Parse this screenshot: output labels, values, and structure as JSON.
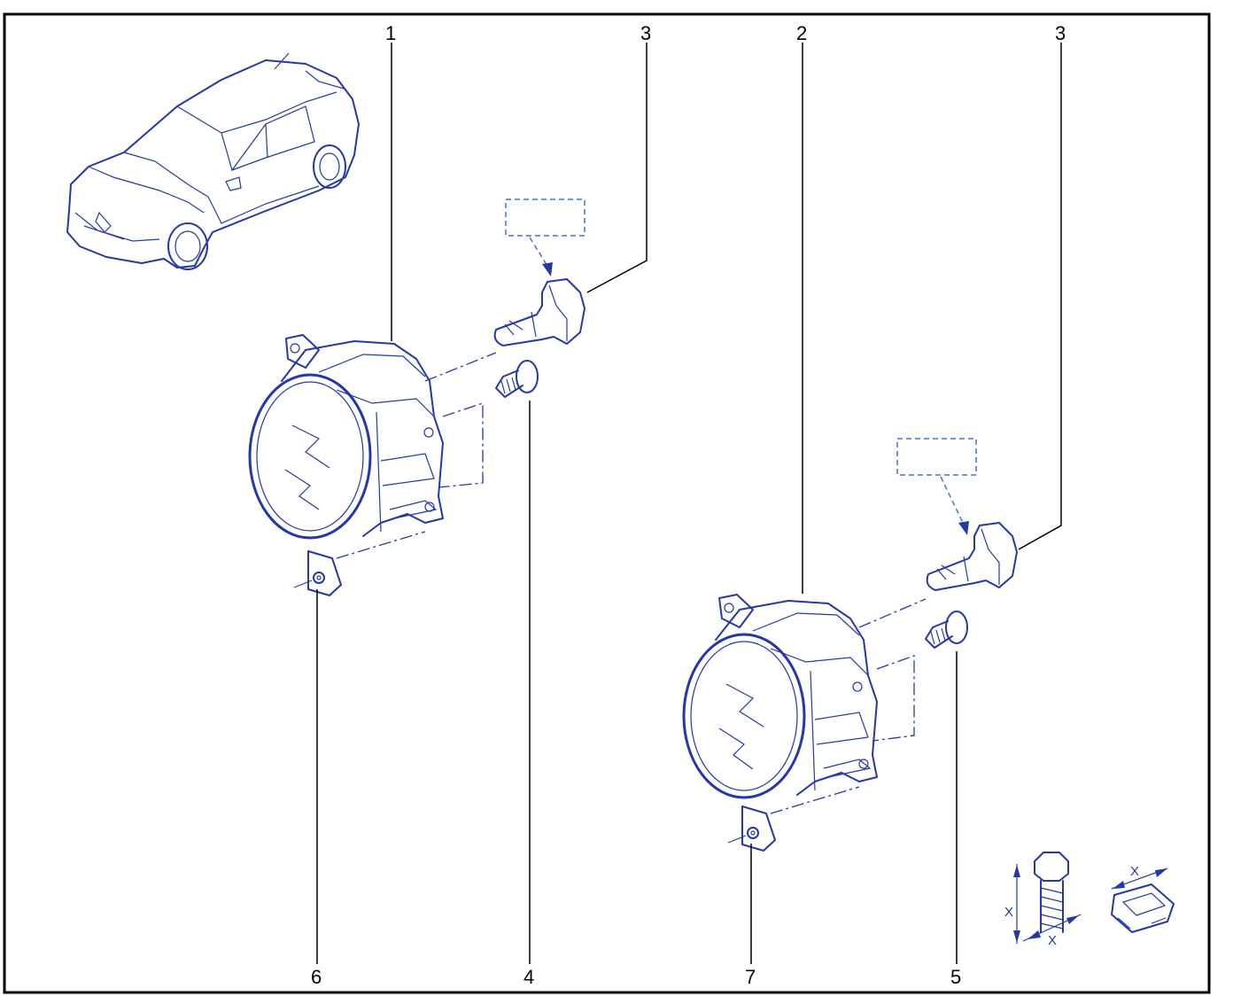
{
  "callouts": {
    "c1": "1",
    "c2": "2",
    "c3a": "3",
    "c3b": "3",
    "c4": "4",
    "c5": "5",
    "c6": "6",
    "c7": "7"
  },
  "detail_labels": {
    "x1": "X",
    "x2": "X",
    "x3": "X"
  },
  "colors": {
    "line": "#2438a8",
    "callout": "#000000"
  }
}
